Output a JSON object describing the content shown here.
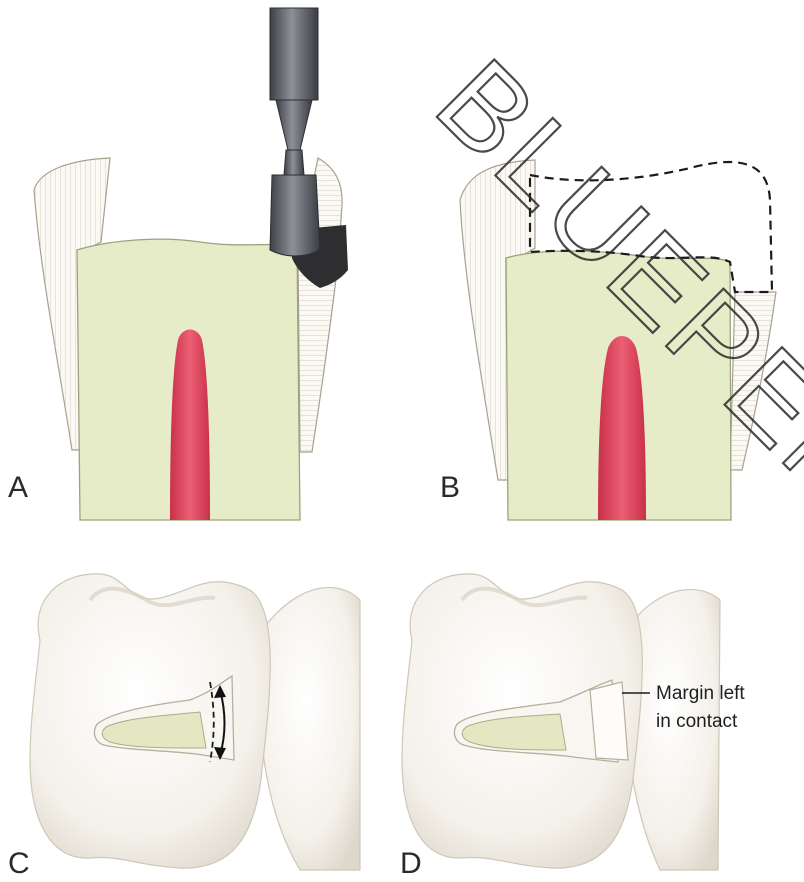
{
  "panels": {
    "a": {
      "label": "A"
    },
    "b": {
      "label": "B"
    },
    "c": {
      "label": "C"
    },
    "d": {
      "label": "D"
    }
  },
  "annotation": {
    "line1": "Margin left",
    "line2": "in contact"
  },
  "watermark": {
    "text": "BLUEPEN"
  },
  "colors": {
    "dentin": "#e6ecc8",
    "pulp": "#e0485f",
    "enamel": "#f7f5f0",
    "bur": "#5c5f66",
    "decay": "#3a3a3a",
    "tooth_surface": "#f6f3ec"
  }
}
